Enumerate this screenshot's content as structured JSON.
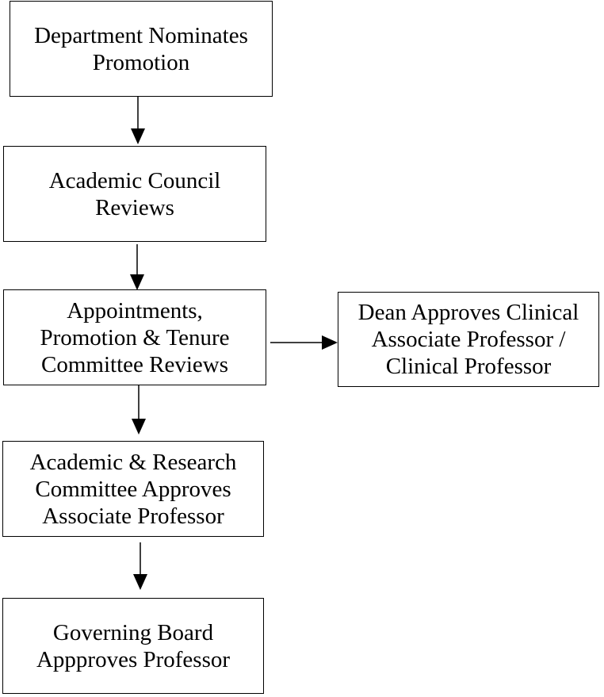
{
  "diagram": {
    "nodes": [
      {
        "id": "department-nominates",
        "lines": [
          "Department Nominates",
          "Promotion"
        ]
      },
      {
        "id": "academic-council",
        "lines": [
          "Academic Council",
          "Reviews"
        ]
      },
      {
        "id": "apt-committee",
        "lines": [
          "Appointments,",
          "Promotion & Tenure",
          "Committee Reviews"
        ]
      },
      {
        "id": "dean-approves",
        "lines": [
          "Dean Approves Clinical",
          "Associate Professor /",
          "Clinical Professor"
        ]
      },
      {
        "id": "academic-research",
        "lines": [
          "Academic & Research",
          "Committee Approves",
          "Associate Professor"
        ]
      },
      {
        "id": "governing-board",
        "lines": [
          "Governing Board",
          "Appproves Professor"
        ]
      }
    ],
    "edges": [
      {
        "from": "department-nominates",
        "to": "academic-council"
      },
      {
        "from": "academic-council",
        "to": "apt-committee"
      },
      {
        "from": "apt-committee",
        "to": "dean-approves"
      },
      {
        "from": "apt-committee",
        "to": "academic-research"
      },
      {
        "from": "academic-research",
        "to": "governing-board"
      }
    ],
    "colors": {
      "line": "#000000",
      "box_fill": "#ffffff",
      "text": "#000000"
    }
  }
}
